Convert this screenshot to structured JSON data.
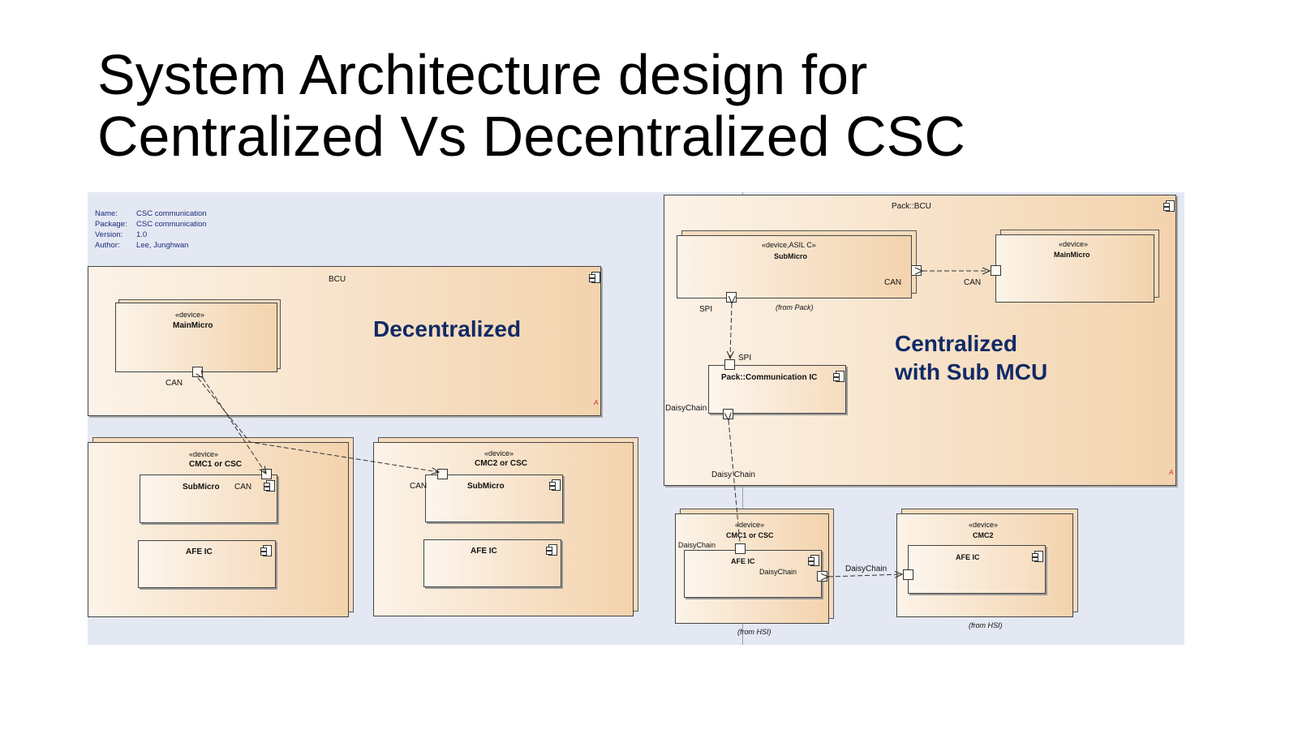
{
  "title": {
    "line1": "System Architecture design for",
    "line2": "Centralized Vs Decentralized CSC"
  },
  "meta": {
    "name_key": "Name:",
    "name_val": "CSC communication",
    "package_key": "Package:",
    "package_val": "CSC communication",
    "version_key": "Version:",
    "version_val": "1.0",
    "author_key": "Author:",
    "author_val": "Lee, Junghwan"
  },
  "decentralized": {
    "heading": "Decentralized",
    "bcu": "BCU",
    "main_stereo": "«device»",
    "main_name": "MainMicro",
    "main_can": "CAN",
    "cmc1_stereo": "«device»",
    "cmc1_name": "CMC1 or CSC",
    "cmc1_sub": "SubMicro",
    "cmc1_can": "CAN",
    "cmc1_afe": "AFE IC",
    "cmc2_stereo": "«device»",
    "cmc2_name": "CMC2 or CSC",
    "cmc2_sub": "SubMicro",
    "cmc2_can": "CAN",
    "cmc2_afe": "AFE IC"
  },
  "centralized": {
    "heading_line1": "Centralized",
    "heading_line2": "with Sub MCU",
    "pack": "Pack::BCU",
    "sub_stereo": "«device,ASIL C»",
    "sub_name": "SubMicro",
    "sub_can": "CAN",
    "sub_spi": "SPI",
    "sub_from": "(from Pack)",
    "main_stereo": "«device»",
    "main_name": "MainMicro",
    "main_can": "CAN",
    "comm_name": "Pack::Communication IC",
    "comm_spi": "SPI",
    "comm_daisy": "DaisyChain",
    "daisy_link": "Daisy Chain",
    "cmc1_stereo": "«device»",
    "cmc1_name": "CMC1 or CSC",
    "cmc1_daisy_top": "DaisyChain",
    "cmc1_afe": "AFE IC",
    "cmc1_daisy_right": "DaisyChain",
    "cmc1_from": "(from HSI)",
    "cmc2_stereo": "«device»",
    "cmc2_name": "CMC2",
    "cmc2_afe": "AFE IC",
    "cmc2_from": "(from HSI)",
    "cmc_link": "DaisyChain"
  },
  "colors": {
    "canvas": "#e4e8f2",
    "box_light": "#fcf3e8",
    "box_dark": "#f3d3ad",
    "heading": "#112a66",
    "meta_text": "#1b2a7a"
  }
}
